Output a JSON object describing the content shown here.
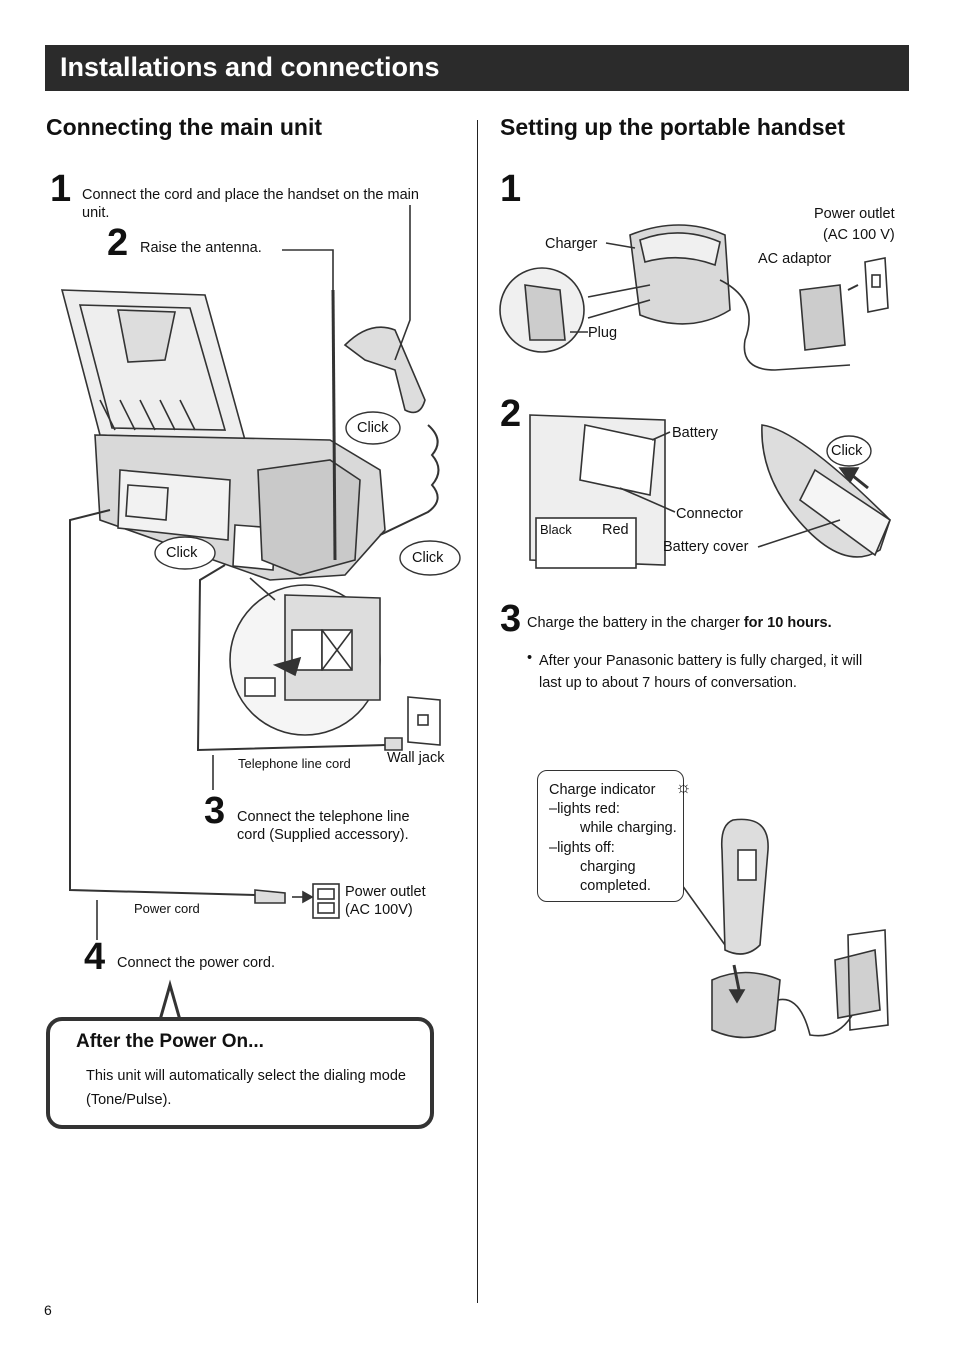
{
  "header": {
    "title": "Installations and connections"
  },
  "left": {
    "heading": "Connecting the main unit",
    "step1": {
      "num": "1",
      "text": "Connect the cord and place the handset on the main unit."
    },
    "step2": {
      "num": "2",
      "text": "Raise the antenna."
    },
    "step3": {
      "num": "3",
      "text": "Connect the telephone line cord (Supplied accessory)."
    },
    "step4": {
      "num": "4",
      "text": "Connect the power cord."
    },
    "labels": {
      "click": "Click",
      "telephone_line_cord": "Telephone line cord",
      "wall_jack": "Wall jack",
      "power_cord": "Power cord",
      "power_outlet_line1": "Power outlet",
      "power_outlet_line2": "(AC 100V)"
    },
    "after_power": {
      "title": "After the Power On...",
      "body": "This unit will automatically select the dialing mode (Tone/Pulse)."
    }
  },
  "right": {
    "heading": "Setting up the portable handset",
    "step1": {
      "num": "1",
      "charger": "Charger",
      "plug": "Plug",
      "power_outlet_line1": "Power outlet",
      "power_outlet_line2": "(AC 100 V)",
      "ac_adaptor": "AC adaptor"
    },
    "step2": {
      "num": "2",
      "battery": "Battery",
      "connector": "Connector",
      "black": "Black",
      "red": "Red",
      "battery_cover": "Battery cover",
      "click": "Click"
    },
    "step3": {
      "num": "3",
      "text_plain": "Charge the battery in the charger ",
      "text_bold": "for 10 hours.",
      "bullet": "After your Panasonic battery is fully charged, it will last up to about 7 hours of conversation."
    },
    "indicator": {
      "title": "Charge indicator",
      "line1": "–lights red:",
      "line2": "while charging.",
      "line3": "–lights off:",
      "line4": "charging",
      "line5": "completed."
    }
  },
  "footer": {
    "page_number": "6"
  }
}
